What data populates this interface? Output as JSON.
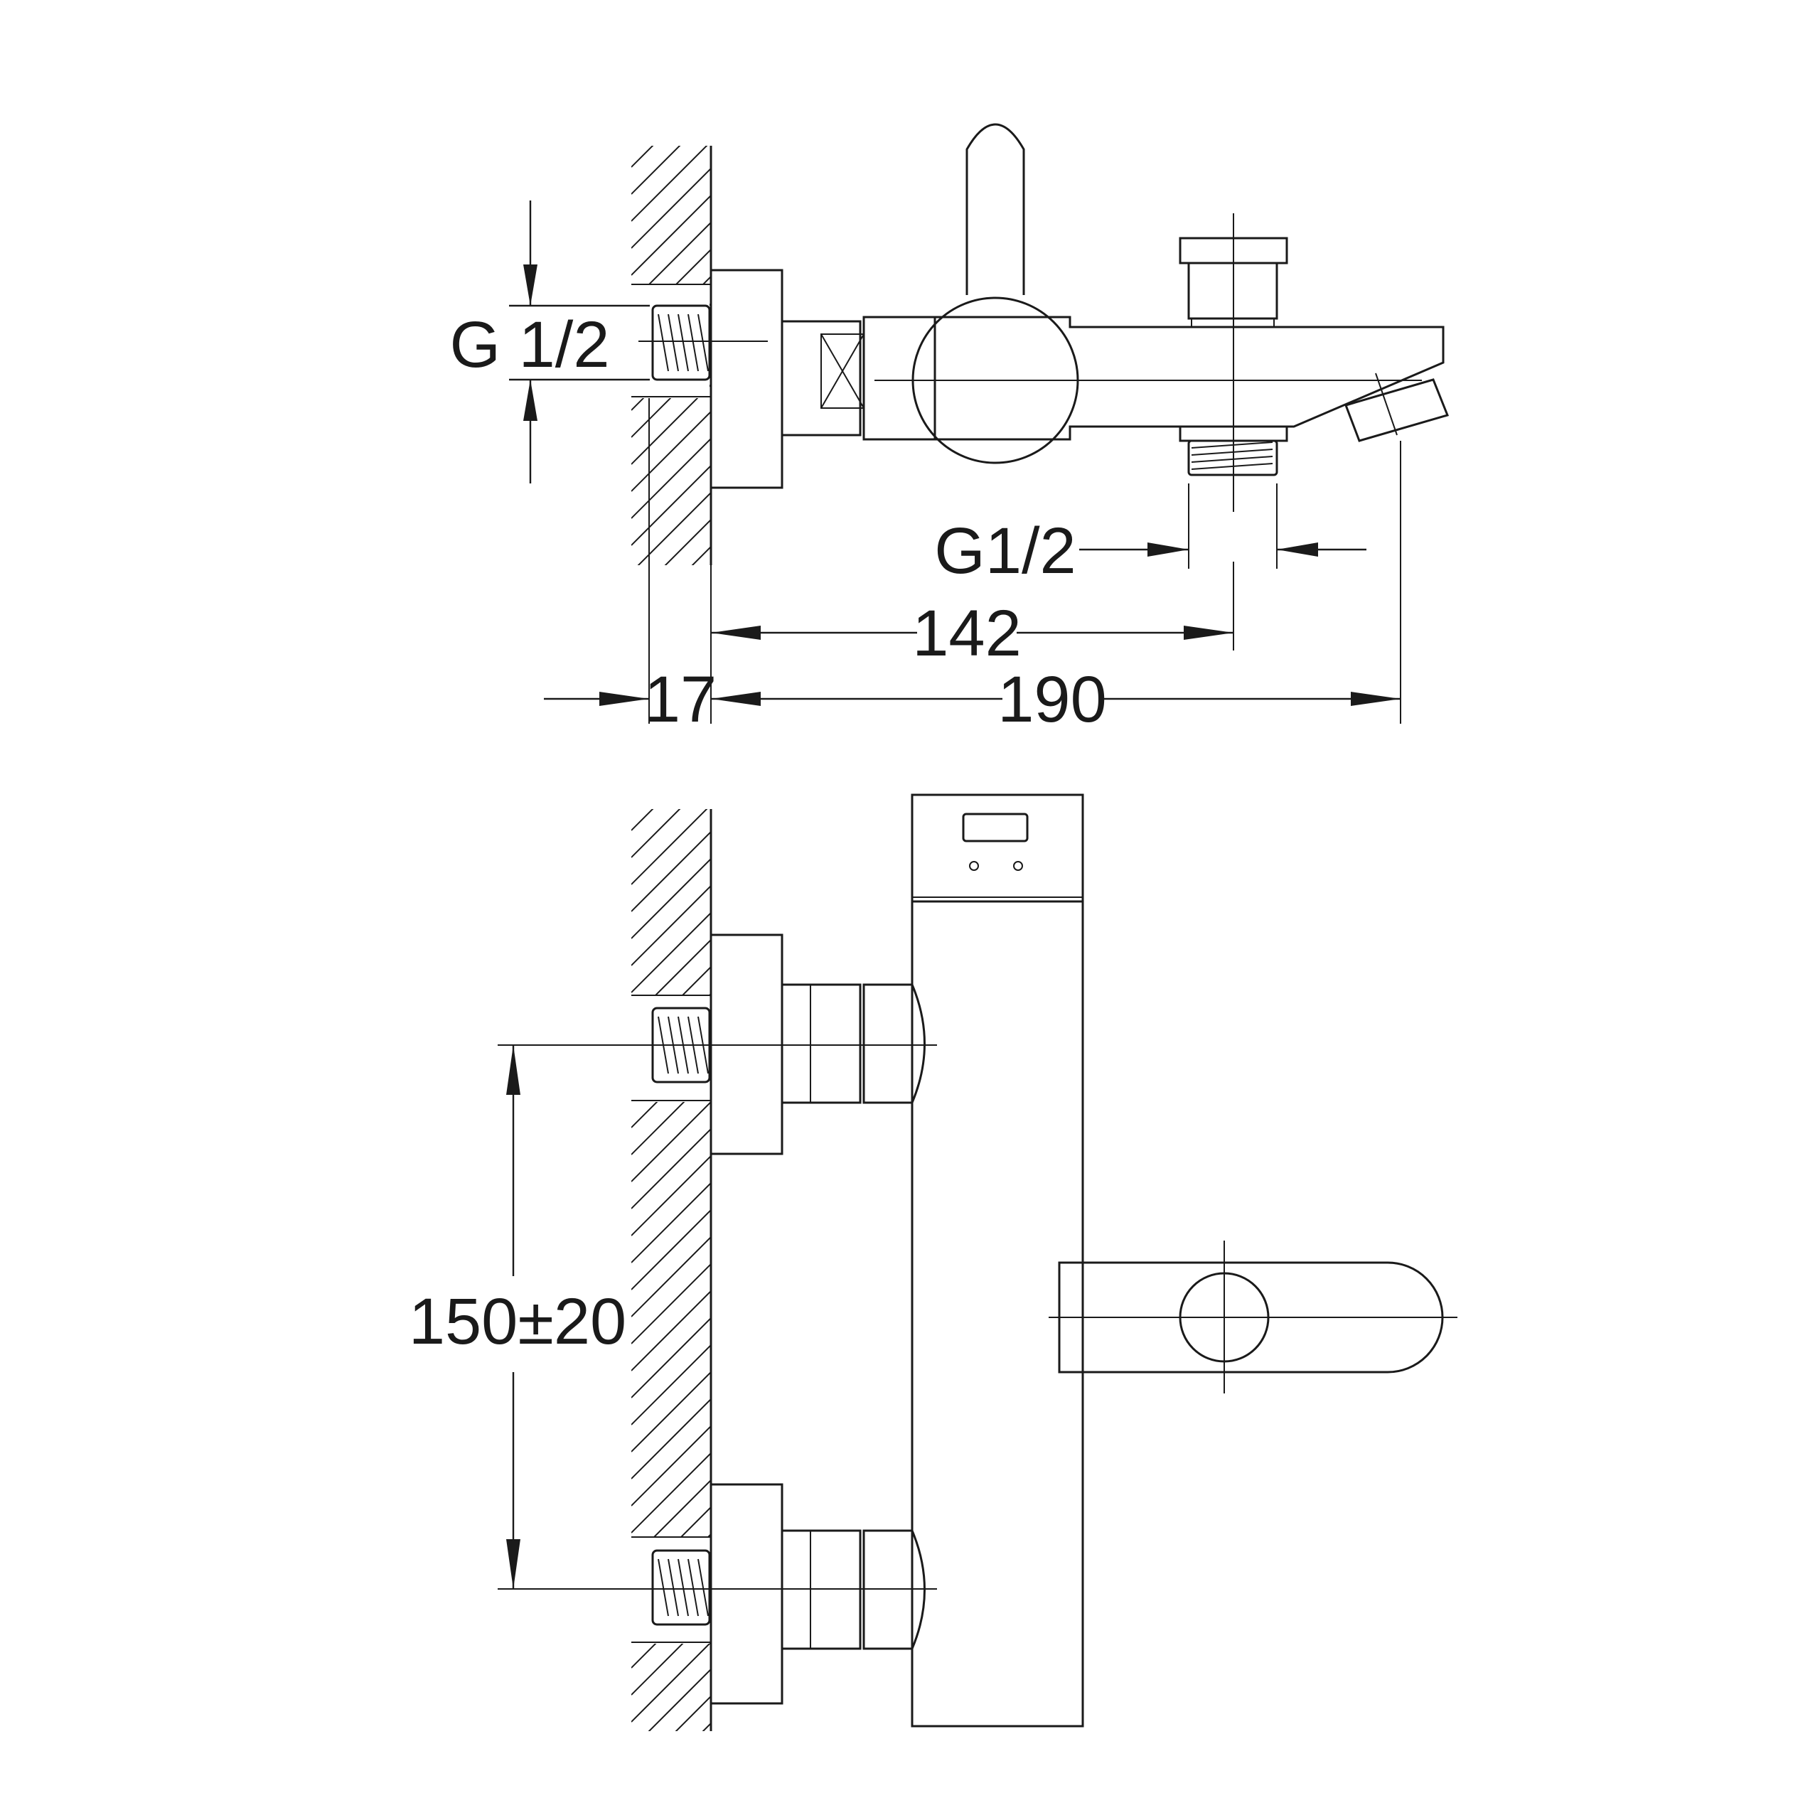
{
  "dimensions": {
    "inlet_thread": "G 1/2",
    "outlet_thread": "G1/2",
    "projection_to_outlet": "142",
    "wall_offset": "17",
    "total_projection": "190",
    "inlet_spacing": "150±20"
  },
  "colors": {
    "line": "#1a1a1a",
    "background": "#ffffff"
  }
}
